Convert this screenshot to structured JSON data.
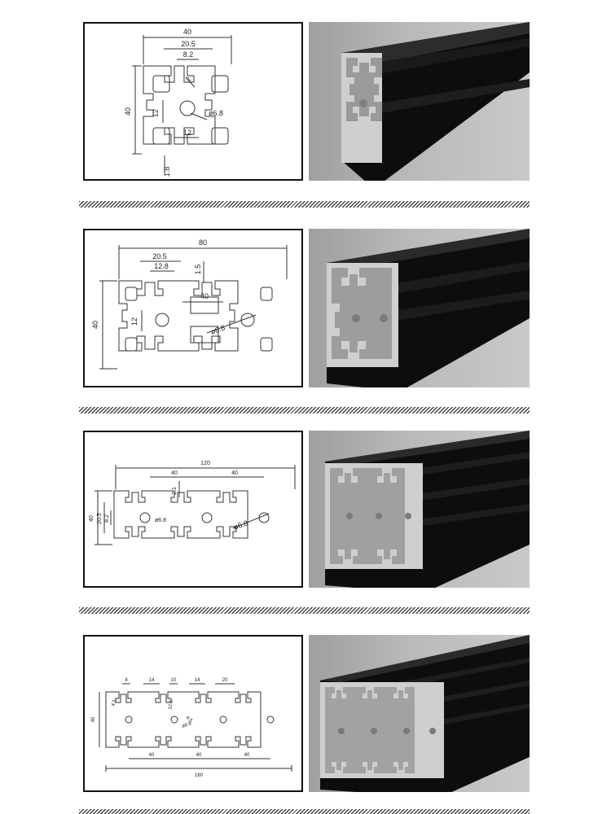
{
  "sections": [
    {
      "profile": "40x40",
      "dims": {
        "overall_w": "40",
        "slot_pitch": "20.5",
        "slot_open": "8.2",
        "height": "40",
        "inner_h": "12",
        "inner_w": "12",
        "hole": "ø6.8",
        "wall": "1.8",
        "corner": "2"
      }
    },
    {
      "profile": "40x80",
      "dims": {
        "overall_w": "80",
        "slot_pitch": "20.5",
        "slot_open": "12.8",
        "lip": "1.5",
        "height": "40",
        "inner_h": "12",
        "center_w": "40",
        "hole": "ø6.8"
      }
    },
    {
      "profile": "40x120",
      "dims": {
        "overall_w": "120",
        "seg1": "40",
        "seg2": "40",
        "height": "40",
        "h2": "20.5",
        "h3": "8.2",
        "lip": "2.1",
        "hole1": "ø6.8",
        "hole2": "ø6.8"
      }
    },
    {
      "profile": "40x160",
      "dims": {
        "t1": "8",
        "t2": "14",
        "t3": "10",
        "t4": "14",
        "t5": "20",
        "height": "40",
        "small": "4.5",
        "inner": "12.5",
        "hole": "ø6.8",
        "lip": "4.5",
        "b1": "40",
        "b2": "40",
        "b3": "40",
        "overall_w": "160"
      }
    }
  ],
  "colors": {
    "profile_black": "#0d0d0d",
    "aluminium": "#cfcfcf",
    "background_photo": "#b4b4b4"
  }
}
